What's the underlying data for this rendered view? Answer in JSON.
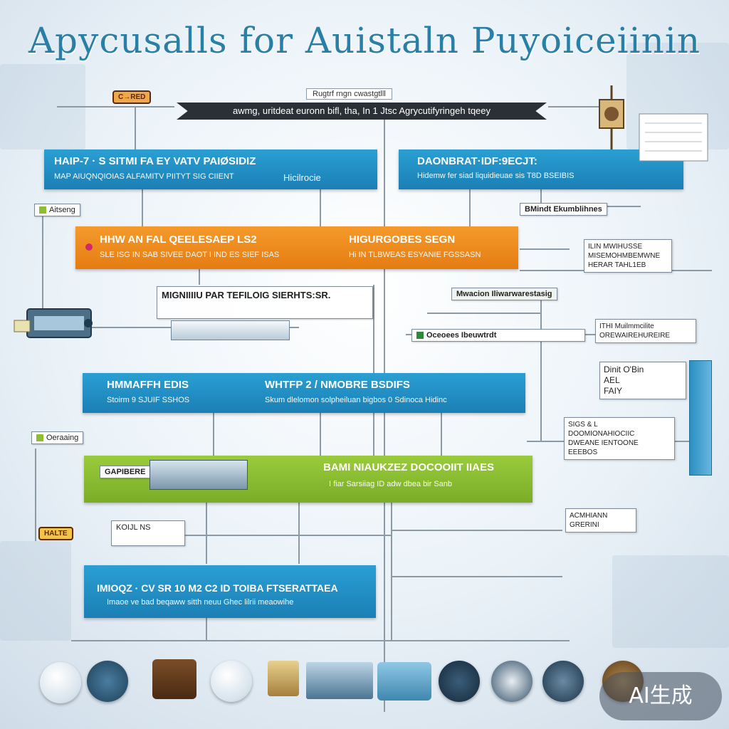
{
  "title": "Apycusalls for Auistaln Puyoiceiinin",
  "ribbon": "awmg, uritdeat euronn bifl, tha, In 1 Jtsc Agrycutifyringeh tqeey",
  "top_label": "Rugtrf rngn cwastgtlll",
  "top_left_pill": "C→RED",
  "bars": [
    {
      "head": "HAIP-7 · S SITMI FA EY VATV PAIØSIDIZ",
      "sub": "MAP AIUQNQIOIAS ALFAMITV PIITYT SIG CIIENT",
      "side": "Hicilrocie",
      "color": "blue"
    },
    {
      "head": "DAONBRAT·IDF:9ECJT:",
      "sub": "Hidemw fer siad liquidieuae sis T8D BSEIBIS",
      "color": "blue"
    },
    {
      "head": "HHW AN FAL QEELESAEP LS2",
      "sub": "SLE ISG IN SAB SIVEE DAOT I IND ES SIEF ISAS",
      "side_head": "HIGURGOBES SEGN",
      "side_sub": "Hi IN TLBWEAS ESYANIE FGSSASN",
      "color": "orange"
    },
    {
      "head": "HMMAFFH EDIS",
      "sub": "Stoirm 9 SJUIF SSHOS",
      "side_head": "WHTFP 2 / NMOBRE BSDIFS",
      "side_sub": "Skum dlelomon solpheiluan bigbos 0 Sdinoca Hidinc",
      "color": "blue"
    },
    {
      "head": "BAMI NIAUKZEZ DOCOOIIT IIAES",
      "sub": "I fiar Sarsiiag ID adw dbea bir Sanb",
      "side": "GAPIBERE",
      "color": "green"
    },
    {
      "head": "IMIOQZ · CV SR 10 M2 C2 ID TOIBA FTSERATTAEA",
      "sub": "Imaoe ve bad beqaww sitth neuu Ghec lilrii meaowihe",
      "color": "blue"
    }
  ],
  "mid_label": "MIGNIIIIU PAR TEFILOIG SIERHTS:SR.",
  "tags": {
    "aitseng": "Aitseng",
    "oeraaing": "Oeraaing",
    "bmindt": "BMindt Ekumblihnes",
    "mwacion": "Mwacion  Iliwarwarestasig",
    "oceoees": "Oceoees   Ibeuwtrdt",
    "bottom_pill": "HALTE",
    "bottom_small": "KOIJL NS"
  },
  "cards": {
    "c1": [
      "ILIN  MWIHUSSE",
      "MISEMOHMBEMWNE",
      "HERAR TAHL1EB"
    ],
    "c2": [
      "ITHI Muilmmcilite",
      "OREWAIREHUREIRE"
    ],
    "c3": [
      "Dinit O'Bin",
      "AEL",
      "FAIY"
    ],
    "c4": [
      "SIGS & L",
      "DOOMIONAHIOCIIC",
      "DWEANE IENTOONE",
      "EEEBOS"
    ],
    "c5": [
      "ACMHIANN",
      "GRERINI"
    ]
  },
  "badge": "AI生成",
  "colors": {
    "blue": "#1b8fc7",
    "orange": "#f08a1e",
    "green": "#8cbd32",
    "ribbon": "#2b3036",
    "title": "#2a7fa6"
  },
  "bottom_icons": [
    "tools-icon",
    "monitor-icon",
    "chest-icon",
    "lighthouse-icon",
    "books-icon",
    "city-icon",
    "mug-icon",
    "camera-icon",
    "coffee-icon",
    "goggles-icon",
    "console-icon"
  ]
}
